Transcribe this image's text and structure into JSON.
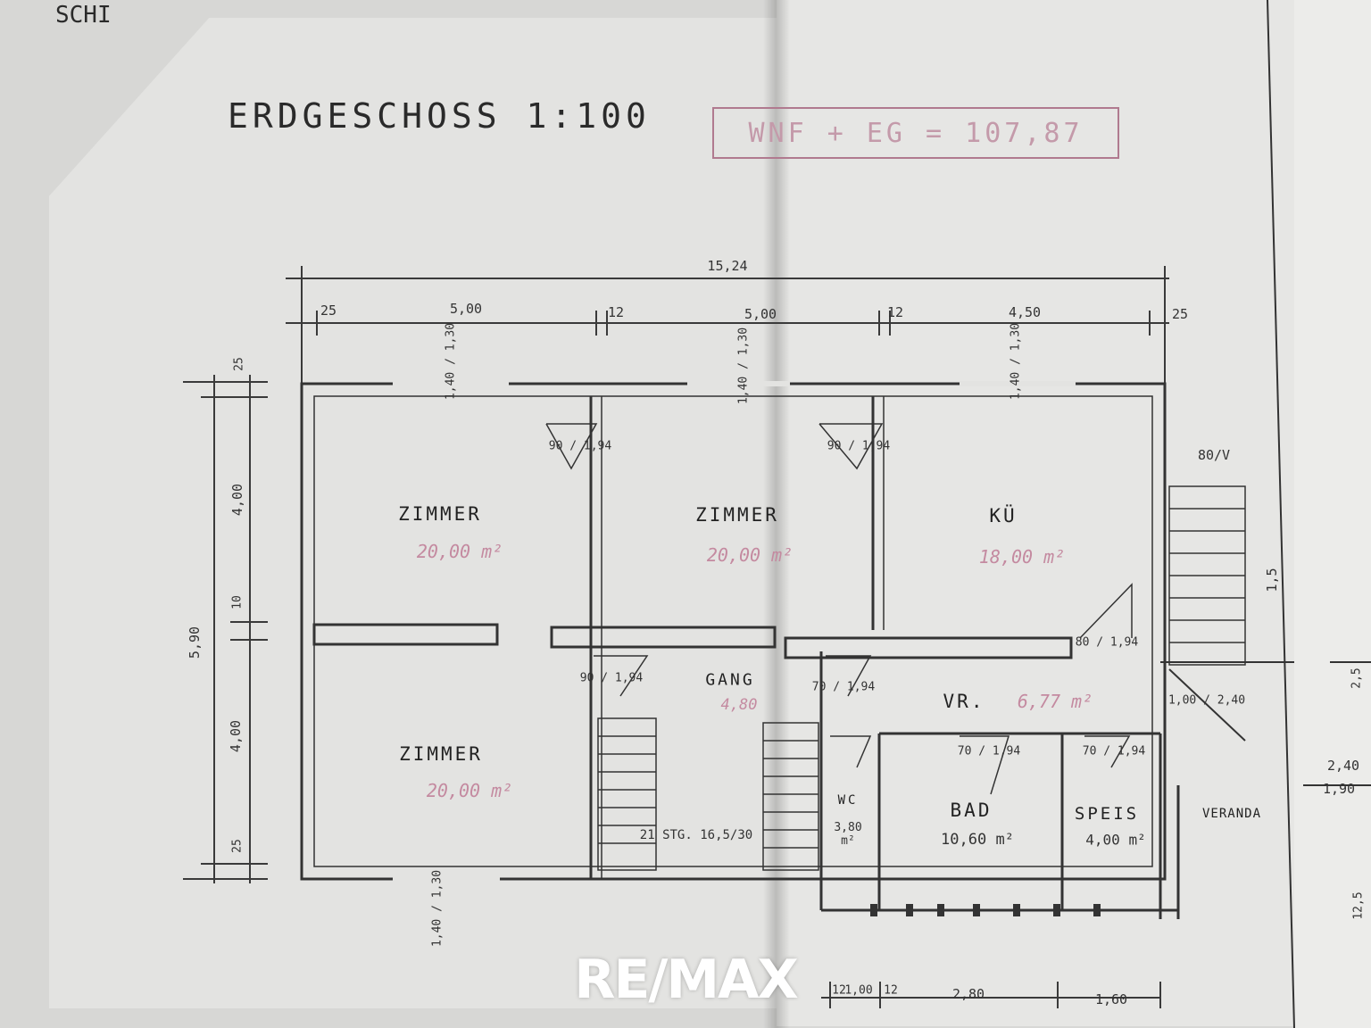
{
  "header": {
    "corner": "SCHI",
    "title": "ERDGESCHOSS 1:100",
    "note": "WNF + EG = 107,87"
  },
  "rooms": [
    {
      "id": "zimmer-1",
      "name": "ZIMMER",
      "area": "20,00 m²"
    },
    {
      "id": "zimmer-2",
      "name": "ZIMMER",
      "area": "20,00 m²"
    },
    {
      "id": "kueche",
      "name": "KÜ",
      "area": "18,00 m²"
    },
    {
      "id": "zimmer-3",
      "name": "ZIMMER",
      "area": "20,00 m²"
    },
    {
      "id": "gang",
      "name": "GANG",
      "area": "4,80"
    },
    {
      "id": "vr",
      "name": "VR.",
      "area": "6,77 m²"
    },
    {
      "id": "wc",
      "name": "WC",
      "area": "3,80 m²"
    },
    {
      "id": "bad",
      "name": "BAD",
      "area": "10,60 m²"
    },
    {
      "id": "speis",
      "name": "SPEIS",
      "area": "4,00 m²"
    },
    {
      "id": "veranda",
      "name": "VERANDA",
      "area": ""
    }
  ],
  "dimensions": {
    "total_width": "15,24",
    "top_row": [
      "25",
      "5,00",
      "12",
      "5,00",
      "12",
      "4,50",
      "25"
    ],
    "left_column": [
      "25",
      "4,00",
      "10",
      "5,90",
      "4,00",
      "25"
    ],
    "bottom_row": [
      "12",
      "1,00",
      "12",
      "2,80",
      "1,60"
    ],
    "windows_top": [
      "1,40 / 1,30",
      "1,40 / 1,30",
      "1,40 / 1,30"
    ],
    "window_bottom": "1,40 / 1,30",
    "doors": [
      "90 / 1,94",
      "90 / 1,94",
      "90 / 1,94",
      "70 / 1,94",
      "70 / 1,94",
      "80 / 1,94",
      "70 / 1,94"
    ],
    "stair_note": "21 STG. 16,5/30",
    "outer_right": [
      "2,40",
      "1,90"
    ],
    "misc": [
      "1,5",
      "80/V",
      "1,00 / 2,40",
      "2,5",
      "12,5"
    ]
  },
  "logo": {
    "text": "RE/MAX"
  }
}
